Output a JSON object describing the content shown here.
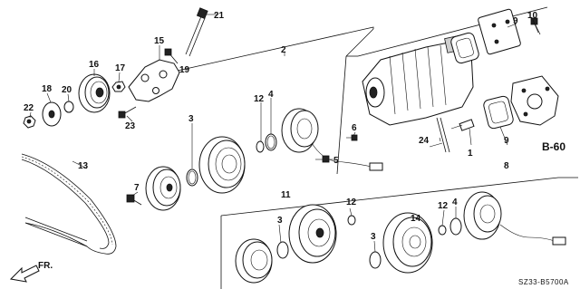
{
  "callouts": {
    "c1": "1",
    "c2": "2",
    "c3a": "3",
    "c3b": "3",
    "c3c": "3",
    "c4a": "4",
    "c4b": "4",
    "c5": "5",
    "c6": "6",
    "c7": "7",
    "c8": "8",
    "c9a": "9",
    "c9b": "9",
    "c10": "10",
    "c11": "11",
    "c12a": "12",
    "c12b": "12",
    "c12c": "12",
    "c13": "13",
    "c14": "14",
    "c15": "15",
    "c16": "16",
    "c17": "17",
    "c18": "18",
    "c19": "19",
    "c20": "20",
    "c21": "21",
    "c22": "22",
    "c23": "23",
    "c24": "24"
  },
  "reference": "B-60",
  "direction_label": "FR.",
  "diagram_code": "SZ33-B5700A"
}
